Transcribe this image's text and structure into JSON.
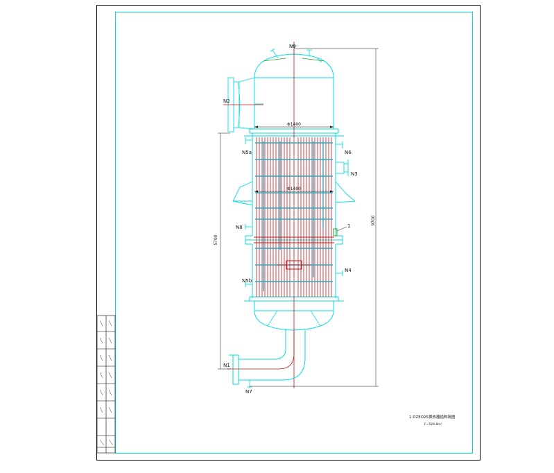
{
  "nozzles": {
    "n1": "N1",
    "n2": "N2",
    "n3": "N3",
    "n4": "N4",
    "n5a": "N5a",
    "n5b": "N5b",
    "n6": "N6",
    "n7": "N7",
    "n8": "N8",
    "n9": "N9"
  },
  "dimensions": {
    "top_diameter": "Φ1400",
    "mid_diameter": "Φ1400",
    "shell_length": "5700",
    "total_height": "9700"
  },
  "part_label": "1",
  "title_block": {
    "line1": "1 DZEO25换热器结构简图",
    "line2": "F=524.8m²"
  },
  "colors": {
    "vessel": "#00dede",
    "tubes": "#cc1111",
    "baffles": "#22aacc",
    "dimension": "#111111",
    "border": "#000000",
    "frame": "#00dede",
    "sight_glass": "#2a9d2a"
  }
}
